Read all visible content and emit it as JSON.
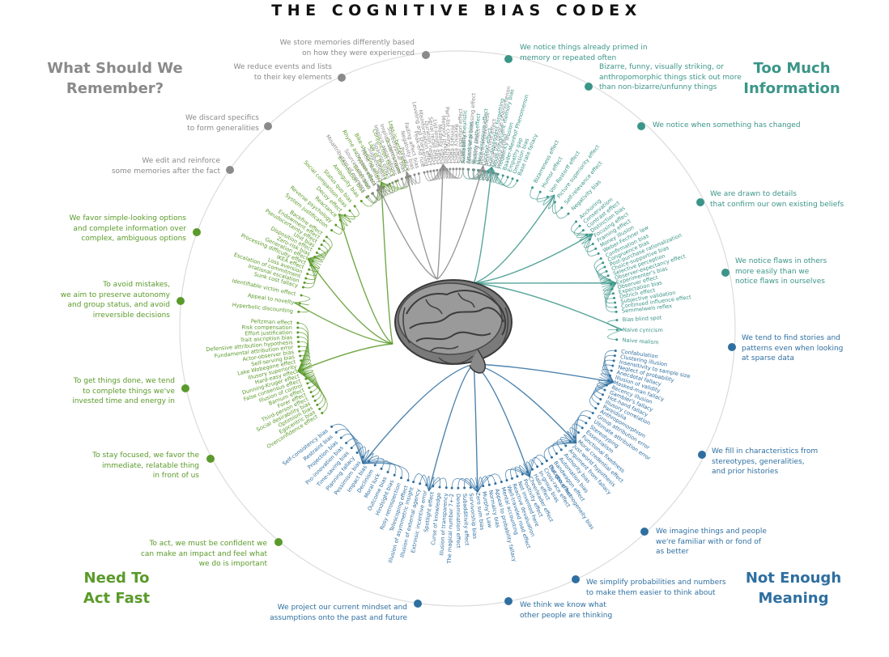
{
  "title": "THE COGNITIVE BIAS CODEX",
  "quadrants": {
    "top_left": "What Should We\nRemember?",
    "top_right": "Too Much\nInformation",
    "bottom_left": "Need To\nAct Fast",
    "bottom_right": "Not Enough\nMeaning"
  },
  "colors": {
    "gray": "#8a8a8a",
    "teal": "#3b9588",
    "green": "#5a9a2a",
    "blue": "#2f6fa0",
    "ring": "#d9d9d9"
  },
  "brain_icon": "brain-icon",
  "subcategories": [
    {
      "id": "s1",
      "label": "We notice things already primed in\nmemory or repeated often",
      "color": "teal"
    },
    {
      "id": "s2",
      "label": "Bizarre, funny, visually striking, or\nanthropomorphic things stick out more\nthan non-bizarre/unfunny things",
      "color": "teal"
    },
    {
      "id": "s3",
      "label": "We notice when something has changed",
      "color": "teal"
    },
    {
      "id": "s4",
      "label": "We are drawn to details\nthat confirm our own existing beliefs",
      "color": "teal"
    },
    {
      "id": "s5",
      "label": "We notice flaws in others\nmore easily than we\nnotice flaws in ourselves",
      "color": "teal"
    },
    {
      "id": "s6",
      "label": "We tend to find stories and\npatterns even when looking\nat sparse data",
      "color": "blue"
    },
    {
      "id": "s7",
      "label": "We fill in characteristics from\nstereotypes, generalities,\nand prior histories",
      "color": "blue"
    },
    {
      "id": "s8",
      "label": "We imagine things and people\nwe're familiar with or fond of\nas better",
      "color": "blue"
    },
    {
      "id": "s9",
      "label": "We simplify probabilities and numbers\nto make them easier to think about",
      "color": "blue"
    },
    {
      "id": "s10",
      "label": "We think we know what\nother people are thinking",
      "color": "blue"
    },
    {
      "id": "s11",
      "label": "We project our current mindset and\nassumptions onto the past and future",
      "color": "blue"
    },
    {
      "id": "s12",
      "label": "To act, we must be confident we\ncan make an impact and feel what\nwe do is important",
      "color": "green"
    },
    {
      "id": "s13",
      "label": "To stay focused, we favor the\nimmediate, relatable thing\nin front of us",
      "color": "green"
    },
    {
      "id": "s14",
      "label": "To get things done, we tend\nto complete things we've\ninvested time and energy in",
      "color": "green"
    },
    {
      "id": "s15",
      "label": "To avoid mistakes,\nwe aim to preserve autonomy\nand group status, and avoid\nirreversible decisions",
      "color": "green"
    },
    {
      "id": "s16",
      "label": "We favor simple-looking options\nand complete information over\ncomplex, ambiguous options",
      "color": "green"
    },
    {
      "id": "s17",
      "label": "We edit and reinforce\nsome memories after the fact",
      "color": "gray"
    },
    {
      "id": "s18",
      "label": "We discard specifics\nto form generalities",
      "color": "gray"
    },
    {
      "id": "s19",
      "label": "We reduce events and lists\nto their key elements",
      "color": "gray"
    },
    {
      "id": "s20",
      "label": "We store memories differently based\non how they were experienced",
      "color": "gray"
    }
  ],
  "branches": [
    {
      "id": "teal",
      "color": "teal",
      "groups": [
        [
          "Availability heuristic",
          "Attentional bias",
          "Illusory truth effect",
          "Mere-exposure effect",
          "Context effect",
          "Cue-dependent forgetting",
          "Mood-congruent memory bias",
          "Frequency illusion",
          "Baader-Meinhof Phenomenon",
          "Empathy gap",
          "Omission bias",
          "Base rate fallacy"
        ],
        [
          "Bizarreness effect",
          "Humor effect",
          "Von Restorff effect",
          "Picture superiority effect",
          "Self-relevance effect",
          "Negativity bias"
        ],
        [
          "Anchoring",
          "Conservatism",
          "Contrast effect",
          "Distinction bias",
          "Focusing effect",
          "Framing effect",
          "Money illusion",
          "Weber-Fechner law"
        ],
        [
          "Confirmation bias",
          "Congruence bias",
          "Post-purchase rationalization",
          "Choice-supportive bias",
          "Selective perception",
          "Observer-expectancy effect",
          "Experimenter's bias",
          "Observer effect",
          "Expectation bias",
          "Ostrich effect",
          "Subjective validation",
          "Continued influence effect",
          "Semmelweis reflex"
        ],
        [
          "Bias blind spot",
          "Naive cynicism",
          "Naive realism"
        ]
      ]
    },
    {
      "id": "blue",
      "color": "blue",
      "groups": [
        [
          "Confabulation",
          "Clustering illusion",
          "Insensitivity to sample size",
          "Neglect of probability",
          "Anecdotal fallacy",
          "Illusion of validity",
          "Masked-man fallacy",
          "Recency illusion",
          "Gambler's fallacy",
          "Hot-hand fallacy",
          "Illusory correlation",
          "Pareidolia",
          "Anthropomorphism"
        ],
        [
          "Group attribution error",
          "Ultimate attribution error",
          "Stereotyping",
          "Essentialism",
          "Functional fixedness",
          "Moral credential effect",
          "Just-world hypothesis",
          "Argument from fallacy",
          "Authority bias",
          "Automation bias",
          "Bandwagon effect",
          "Placebo effect"
        ],
        [
          "Out-group homogeneity bias",
          "Cross-race effect",
          "In-group bias",
          "Halo effect",
          "Cheerleader effect",
          "Positivity effect",
          "Not invented here",
          "Reactive devaluation",
          "Well-traveled road effect"
        ],
        [
          "Mental accounting",
          "Appeal to probability fallacy",
          "Normalcy bias",
          "Murphy's Law",
          "Zero sum bias",
          "Survivorship bias",
          "Subadditivity effect",
          "Denomination effect",
          "The magical number 7+-2"
        ],
        [
          "Illusion of transparency",
          "Curse of knowledge",
          "Spotlight effect",
          "Extrinsic incentive error",
          "Illusion of external agency",
          "Illusion of asymmetric insight"
        ],
        [
          "Telescoping effect",
          "Rosy retrospection",
          "Hindsight bias",
          "Outcome bias",
          "Moral luck",
          "Declinism",
          "Impact bias",
          "Pessimism bias",
          "Planning fallacy",
          "Time-saving bias",
          "Pro-innovation bias",
          "Projection bias",
          "Restraint bias",
          "Self-consistency bias"
        ]
      ]
    },
    {
      "id": "green",
      "color": "green",
      "groups": [
        [
          "Overconfidence effect",
          "Egocentric bias",
          "Optimism bias",
          "Social desirability bias",
          "Third-person effect",
          "Forer effect",
          "Barnum effect",
          "Illusion of control",
          "False consensus effect",
          "Dunning-Kruger effect",
          "Hard-easy effect",
          "Illusory superiority",
          "Lake Wobegone effect",
          "Self-serving bias",
          "Actor-observer bias",
          "Fundamental attribution error",
          "Defensive attribution hypothesis",
          "Trait ascription bias",
          "Effort justification",
          "Risk compensation",
          "Peltzman effect"
        ],
        [
          "Hyperbolic discounting",
          "Appeal to novelty",
          "Identifiable victim effect"
        ],
        [
          "Sunk cost fallacy",
          "Irrational escalation",
          "Escalation of commitment",
          "Loss aversion",
          "IKEA effect",
          "Processing difficulty effect",
          "Generation effect",
          "Zero-risk bias",
          "Disposition effect",
          "Unit bias",
          "Pseudocertainty effect",
          "Endowment effect",
          "Backfire effect"
        ],
        [
          "System justification",
          "Reverse psychology",
          "Reactance",
          "Decoy effect",
          "Social comparison bias",
          "Status quo bias"
        ],
        [
          "Ambiguity bias",
          "Information bias",
          "Belief bias",
          "Rhyme as reason effect",
          "Bike-shedding effect",
          "Law of Triviality",
          "Conjunction fallacy",
          "Occam's razor",
          "Less-is-better effect"
        ]
      ]
    },
    {
      "id": "gray",
      "color": "gray",
      "groups": [
        [
          "Misattribution of memory",
          "Source confusion",
          "Cryptomnesia",
          "False memory",
          "Suggestibility",
          "Spacing effect"
        ],
        [
          "Implicit associations",
          "Implicit stereotypes",
          "Stereotypical bias",
          "Prejudice",
          "Negativity bias",
          "Fading affect bias"
        ],
        [
          "Peak-end rule",
          "Leveling and sharpening",
          "Misinformation effect",
          "Duration neglect",
          "Serial recall effect",
          "List-length effect",
          "Modality effect",
          "Memory inhibition",
          "Part-list cueing effect",
          "Primacy effect",
          "Recency effect",
          "Serial position effect",
          "Suffix effect"
        ],
        [
          "Levels of processing effect",
          "Testing effect",
          "Absent-mindedness",
          "Next-in-line effect",
          "Tip of the tongue phenomenon",
          "Google effect"
        ]
      ]
    }
  ]
}
